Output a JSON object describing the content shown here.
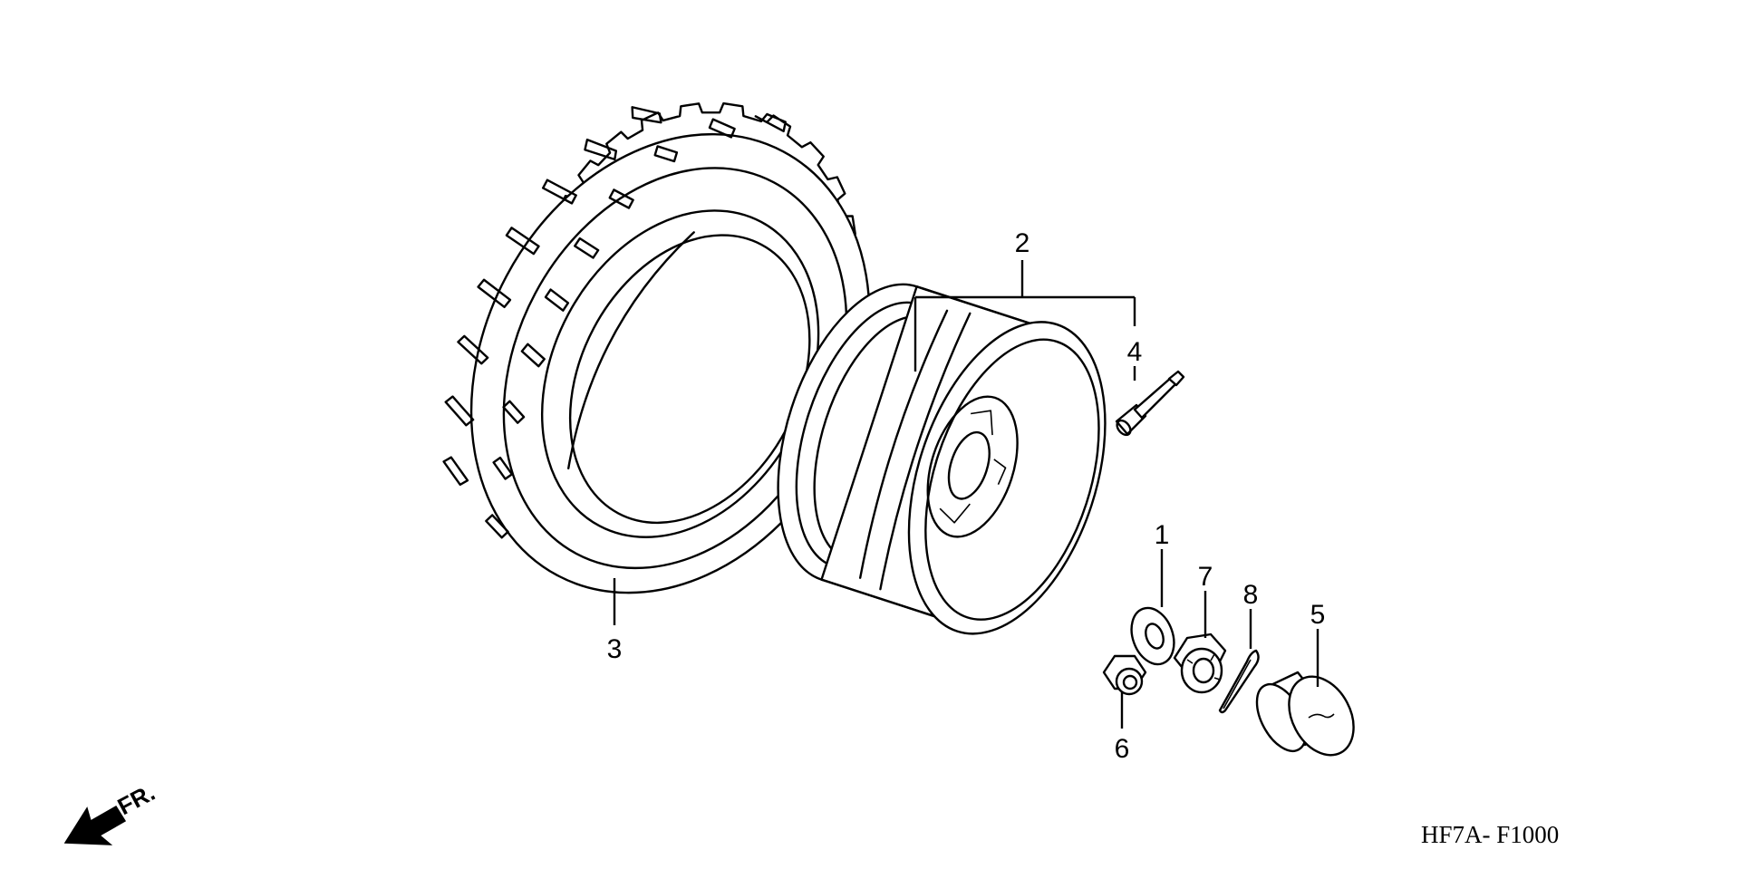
{
  "diagram": {
    "callouts": {
      "washer": "1",
      "wheel": "2",
      "tire": "3",
      "valve": "4",
      "hub_cap": "5",
      "wheel_nut": "6",
      "castle_nut": "7",
      "cotter_pin": "8"
    },
    "direction_label": "FR.",
    "diagram_code": "HF7A- F1000"
  }
}
